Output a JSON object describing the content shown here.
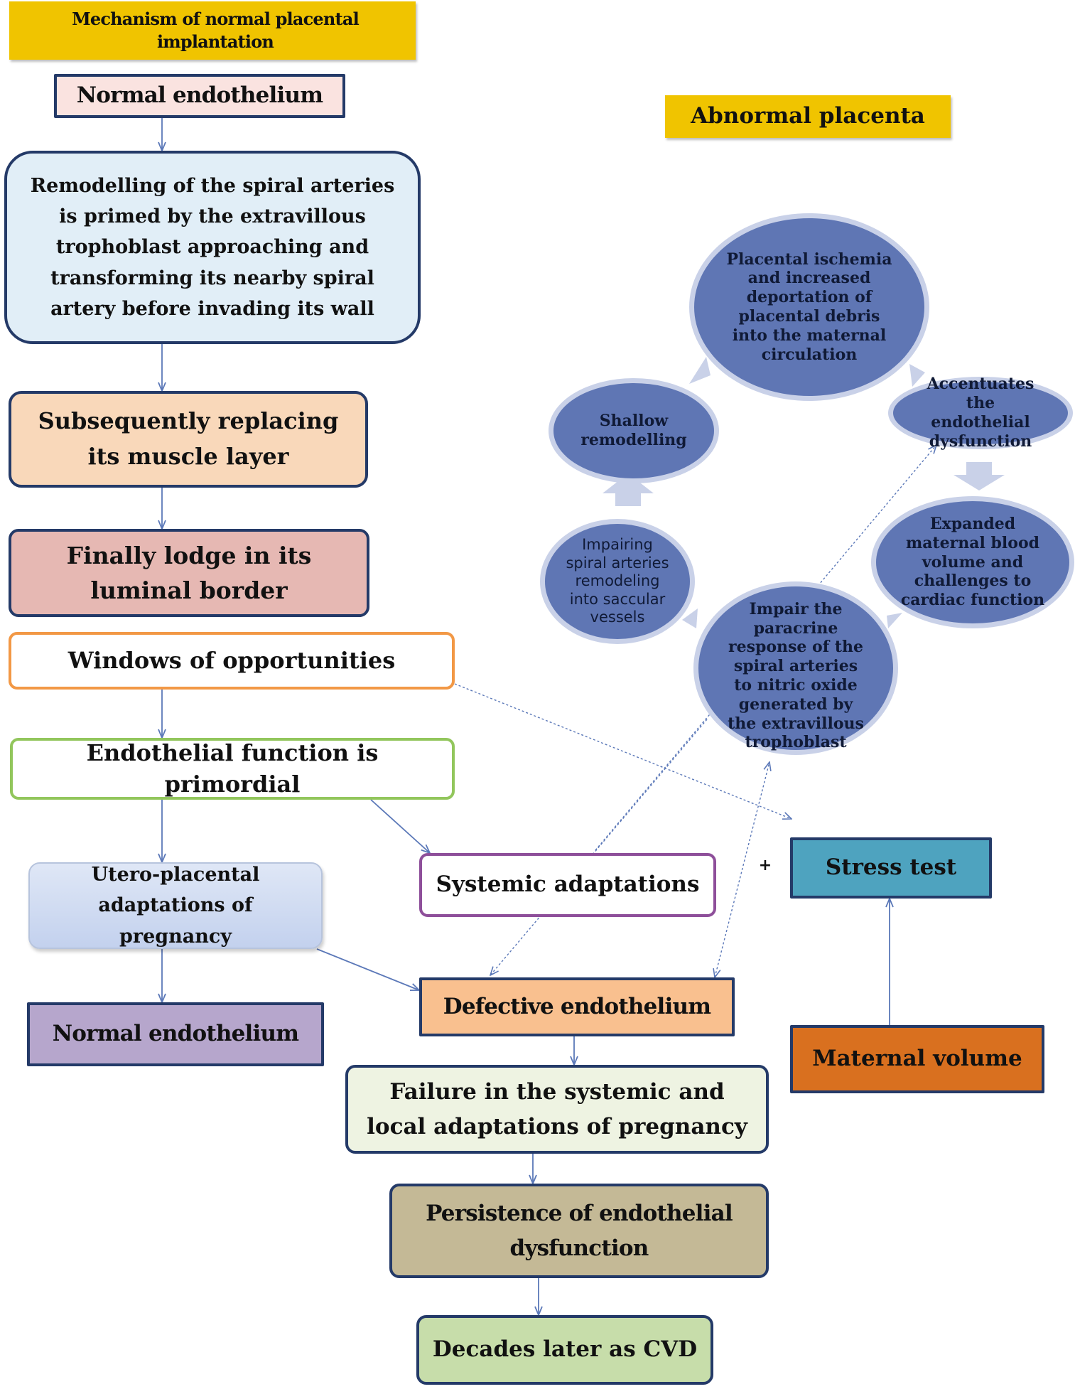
{
  "normal": {
    "header": "Mechanism of normal  placental implantation",
    "normal_endothelium_top": "Normal endothelium",
    "remodelling": "Remodelling of the spiral arteries is primed by the extravillous trophoblast approaching and transforming its nearby spiral artery before invading its wall",
    "replacing": "Subsequently replacing its muscle layer",
    "lodge": "Finally lodge in its luminal border",
    "windows": "Windows of opportunities",
    "primordial": "Endothelial function is primordial",
    "utero": "Utero-placental adaptations of pregnancy",
    "systemic": "Systemic adaptations",
    "normal_endothelium_bottom": "Normal endothelium",
    "defective": "Defective endothelium",
    "failure": "Failure in the systemic and local adaptations of pregnancy",
    "persistence": "Persistence of endothelial dysfunction",
    "decades": "Decades later as CVD"
  },
  "abnormal": {
    "header": "Abnormal  placenta",
    "ischemia": "Placental ischemia and increased deportation of placental debris into the maternal circulation",
    "shallow": "Shallow remodelling",
    "accentuates": "Accentuates the endothelial dysfunction",
    "expanded": "Expanded maternal blood volume and challenges to cardiac function",
    "paracrine": "Impair the paracrine response of the spiral arteries to nitric oxide generated by the extravillous trophoblast",
    "impairing": "Impairing spiral arteries remodeling into saccular vessels"
  },
  "stress": {
    "plus": "+",
    "stress_test": "Stress test",
    "maternal_volume": "Maternal volume"
  },
  "colors": {
    "header_yellow": "#f0c400",
    "circle_blue": "#5f76b4",
    "arrow_blue": "#5b78b8",
    "stress_teal": "#4ea3bf",
    "maternal_orange": "#d9701f"
  }
}
